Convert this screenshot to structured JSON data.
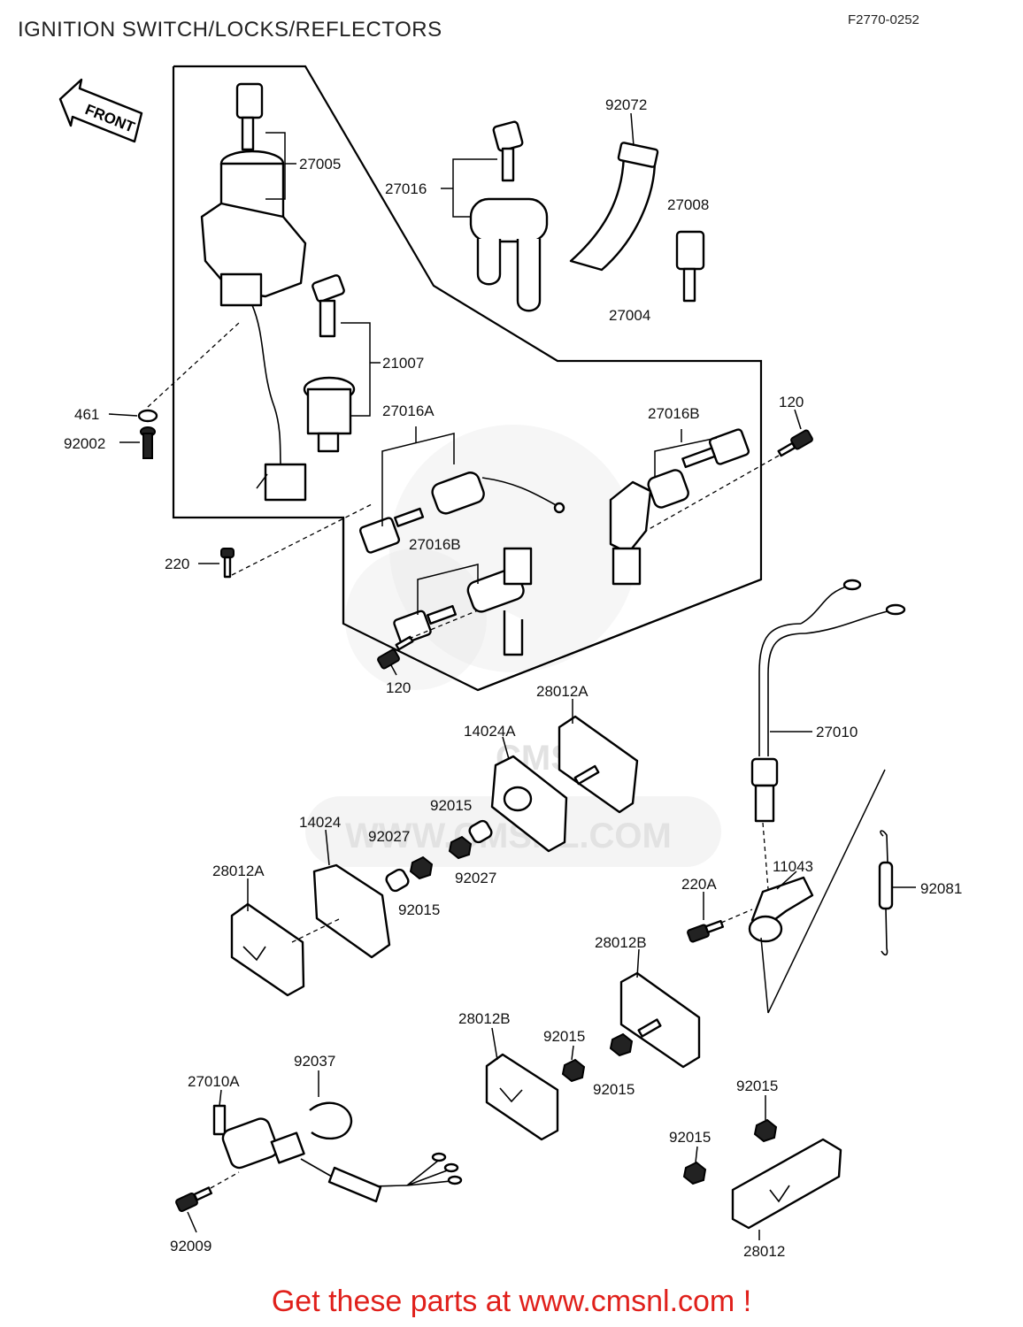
{
  "header": {
    "title": "IGNITION SWITCH/LOCKS/REFLECTORS",
    "code": "F2770-0252"
  },
  "arrow_label": "FRONT",
  "watermark": {
    "logo": "CMS",
    "url": "WWW.CMSNL.COM"
  },
  "labels": [
    "27005",
    "27016",
    "92072",
    "27008",
    "21007",
    "27004",
    "461",
    "92002",
    "27016A",
    "27016B",
    "120",
    "27016B",
    "220",
    "120",
    "28012A",
    "14024A",
    "27010",
    "92015",
    "14024",
    "92027",
    "92027",
    "28012A",
    "92015",
    "11043",
    "220A",
    "92081",
    "28012B",
    "28012B",
    "92015",
    "92015",
    "92037",
    "27010A",
    "92015",
    "92015",
    "92009",
    "28012"
  ],
  "footer": {
    "cta": "Get these parts at www.cmsnl.com !"
  }
}
